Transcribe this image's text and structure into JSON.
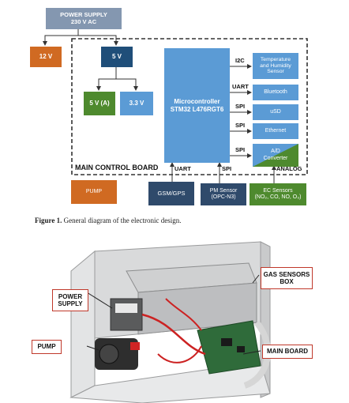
{
  "diagram": {
    "power_supply": "POWER SUPPLY\n230 V AC",
    "v12": "12 V",
    "v5": "5 V",
    "v5a": "5 V (A)",
    "v33": "3.3 V",
    "mcu": "Microcontroller\nSTM32 L476RGT6",
    "board_label": "MAIN CONTROL BOARD",
    "pump": "PUMP",
    "gsm": "GSM/GPS",
    "pm": "PM Sensor\n(OPC-N3)",
    "ec": "EC Sensors\n(NO₂, CO, NO, O₃)",
    "temp": "Temperature\nand Humidity\nSensor",
    "bluetooth": "Bluetooth",
    "usd": "uSD",
    "ethernet": "Ethernet",
    "adc": "A/D\nConverter",
    "bus_i2c": "I2C",
    "bus_uart1": "UART",
    "bus_spi1": "SPI",
    "bus_spi2": "SPI",
    "bus_spi3": "SPI",
    "bus_uart2": "UART",
    "bus_spi4": "SPI",
    "bus_analog": "ANALOG"
  },
  "caption": {
    "label": "Figure 1.",
    "text": " General diagram of the electronic design."
  },
  "photo": {
    "gas_box": "GAS SENSORS\nBOX",
    "power_supply": "POWER\nSUPPLY",
    "pump": "PUMP",
    "main_board": "MAIN BOARD"
  }
}
